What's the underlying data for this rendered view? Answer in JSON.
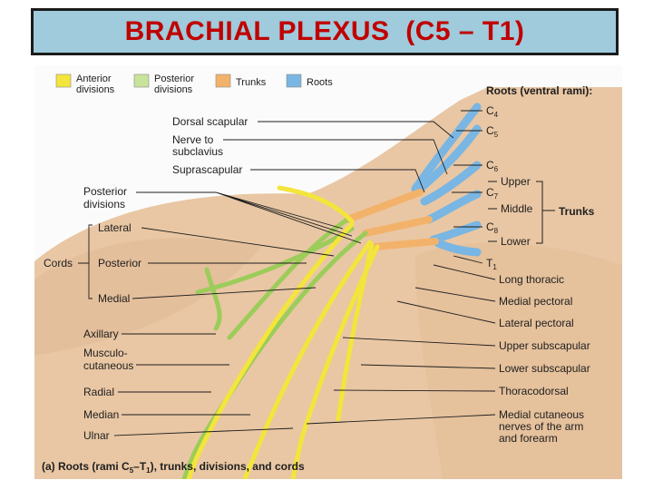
{
  "title": "BRACHIAL PLEXUS  (C5 – T1)",
  "legend": [
    {
      "label_lines": [
        "Anterior",
        "divisions"
      ],
      "color": "#f3e53b"
    },
    {
      "label_lines": [
        "Posterior",
        "divisions"
      ],
      "color": "#c8e39a"
    },
    {
      "label_lines": [
        "Trunks"
      ],
      "color": "#f3b26a"
    },
    {
      "label_lines": [
        "Roots"
      ],
      "color": "#79b6e3"
    }
  ],
  "roots_heading": "Roots (ventral rami):",
  "spinal_levels": [
    {
      "letter": "C",
      "num": "4"
    },
    {
      "letter": "C",
      "num": "5"
    },
    {
      "letter": "C",
      "num": "6"
    },
    {
      "letter": "C",
      "num": "7"
    },
    {
      "letter": "C",
      "num": "8"
    },
    {
      "letter": "T",
      "num": "1"
    }
  ],
  "trunks": {
    "label": "Trunks",
    "items": [
      "Upper",
      "Middle",
      "Lower"
    ]
  },
  "left_labels": {
    "dorsal_scapular": "Dorsal scapular",
    "nerve_to_subclavius": [
      "Nerve to",
      "subclavius"
    ],
    "suprascapular": "Suprascapular",
    "posterior_divisions": [
      "Posterior",
      "divisions"
    ],
    "cords_label": "Cords",
    "cords": [
      "Lateral",
      "Posterior",
      "Medial"
    ],
    "axillary": "Axillary",
    "musculocutaneous": [
      "Musculo-",
      "cutaneous"
    ],
    "radial": "Radial",
    "median": "Median",
    "ulnar": "Ulnar"
  },
  "right_labels": {
    "long_thoracic": "Long thoracic",
    "medial_pectoral": "Medial pectoral",
    "lateral_pectoral": "Lateral pectoral",
    "upper_subscapular": "Upper subscapular",
    "lower_subscapular": "Lower subscapular",
    "thoracodorsal": "Thoracodorsal",
    "medial_cutaneous": [
      "Medial cutaneous",
      "nerves of the arm",
      "and forearm"
    ]
  },
  "caption": {
    "pre": "(a) Roots (rami C",
    "sub1": "5",
    "mid": "–T",
    "sub2": "1",
    "post": "), trunks, divisions, and cords"
  }
}
